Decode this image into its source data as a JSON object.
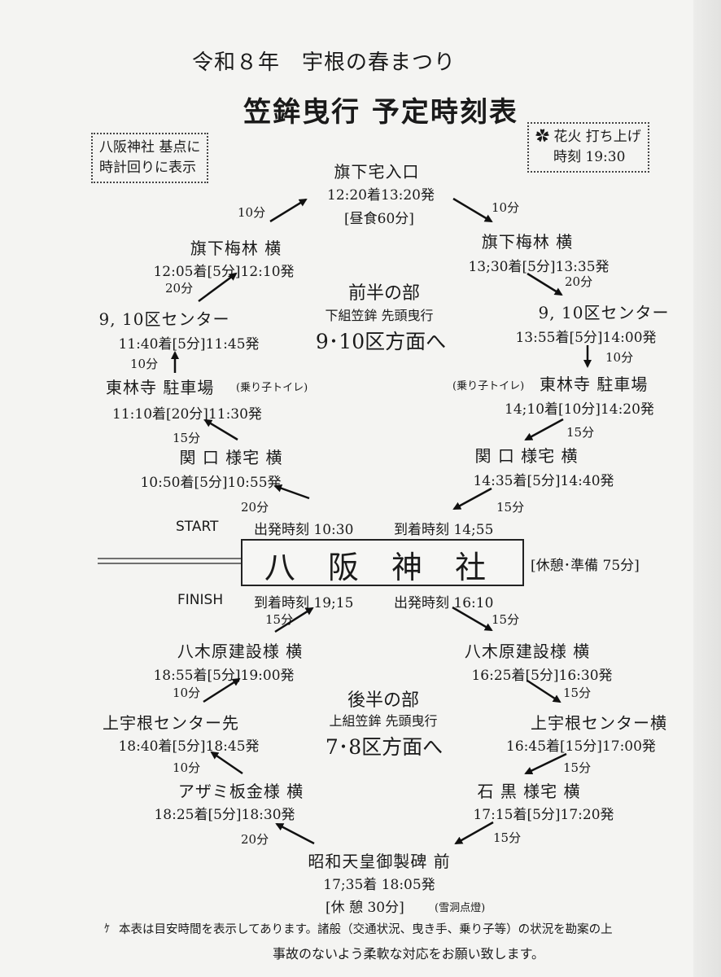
{
  "header": {
    "title": "令和８年　宇根の春まつり",
    "subtitle": "笠鉾曳行 予定時刻表"
  },
  "left_note": [
    "八阪神社 基点に",
    "時計回りに表示"
  ],
  "right_note": [
    "花火 打ち上げ",
    "時刻 19:30"
  ],
  "icons": {
    "fireworks": "flower-icon"
  },
  "first_half": {
    "title": "前半の部",
    "sub": "下組笠鉾 先頭曳行",
    "dest": "9･10区方面へ"
  },
  "second_half": {
    "title": "後半の部",
    "sub": "上組笠鉾 先頭曳行",
    "dest": "7･8区方面へ"
  },
  "stops": [
    {
      "name": "旗下宅入口",
      "time": "12:20着13:20発",
      "extra": "[昼食60分]"
    },
    {
      "name": "旗下梅林 横",
      "time": "12:05着[5分]12:10発"
    },
    {
      "name": "旗下梅林 横",
      "time": "13;30着[5分]13:35発"
    },
    {
      "name": "9, 10区センター",
      "time": "11:40着[5分]11:45発"
    },
    {
      "name": "9, 10区センター",
      "time": "13:55着[5分]14:00発"
    },
    {
      "name": "東林寺 駐車場",
      "time": "11:10着[20分]11:30発",
      "note": "(乗り子トイレ)"
    },
    {
      "name": "東林寺 駐車場",
      "time": "14;10着[10分]14:20発",
      "note": "(乗り子トイレ)"
    },
    {
      "name": "関 口 様宅 横",
      "time": "10:50着[5分]10:55発"
    },
    {
      "name": "関 口 様宅 横",
      "time": "14:35着[5分]14:40発"
    },
    {
      "name": "八木原建設様 横",
      "time": "18:55着[5分]19:00発"
    },
    {
      "name": "八木原建設様 横",
      "time": "16:25着[5分]16:30発"
    },
    {
      "name": "上宇根センター先",
      "time": "18:40着[5分]18:45発"
    },
    {
      "name": "上宇根センター横",
      "time": "16:45着[15分]17:00発"
    },
    {
      "name": "アザミ板金様 横",
      "time": "18:25着[5分]18:30発"
    },
    {
      "name": "石 黒 様宅 横",
      "time": "17:15着[5分]17:20発"
    },
    {
      "name": "昭和天皇御製碑 前",
      "time": "17;35着 18:05発",
      "extra": "[休 憩 30分]",
      "note": "(雪洞点燈)"
    }
  ],
  "durations": [
    "10分",
    "10分",
    "20分",
    "20分",
    "10分",
    "10分",
    "15分",
    "15分",
    "20分",
    "15分",
    "15分",
    "15分",
    "10分",
    "15分",
    "10分",
    "15分",
    "20分",
    "15分"
  ],
  "shrine": {
    "name": "八 阪 神 社",
    "start_label": "START",
    "depart": "出発時刻 10:30",
    "arrive": "到着時刻 14;55",
    "rest": "[休憩･準備 75分]",
    "finish_label": "FINISH",
    "final_arrive": "到着時刻 19;15",
    "depart2": "出発時刻 16:10"
  },
  "footer": {
    "line1": "本表は目安時間を表示してあります。諸般（交通状況、曳き手、乗り子等）の状況を勘案の上",
    "line2": "事故のないよう柔軟な対応をお願い致します。"
  }
}
